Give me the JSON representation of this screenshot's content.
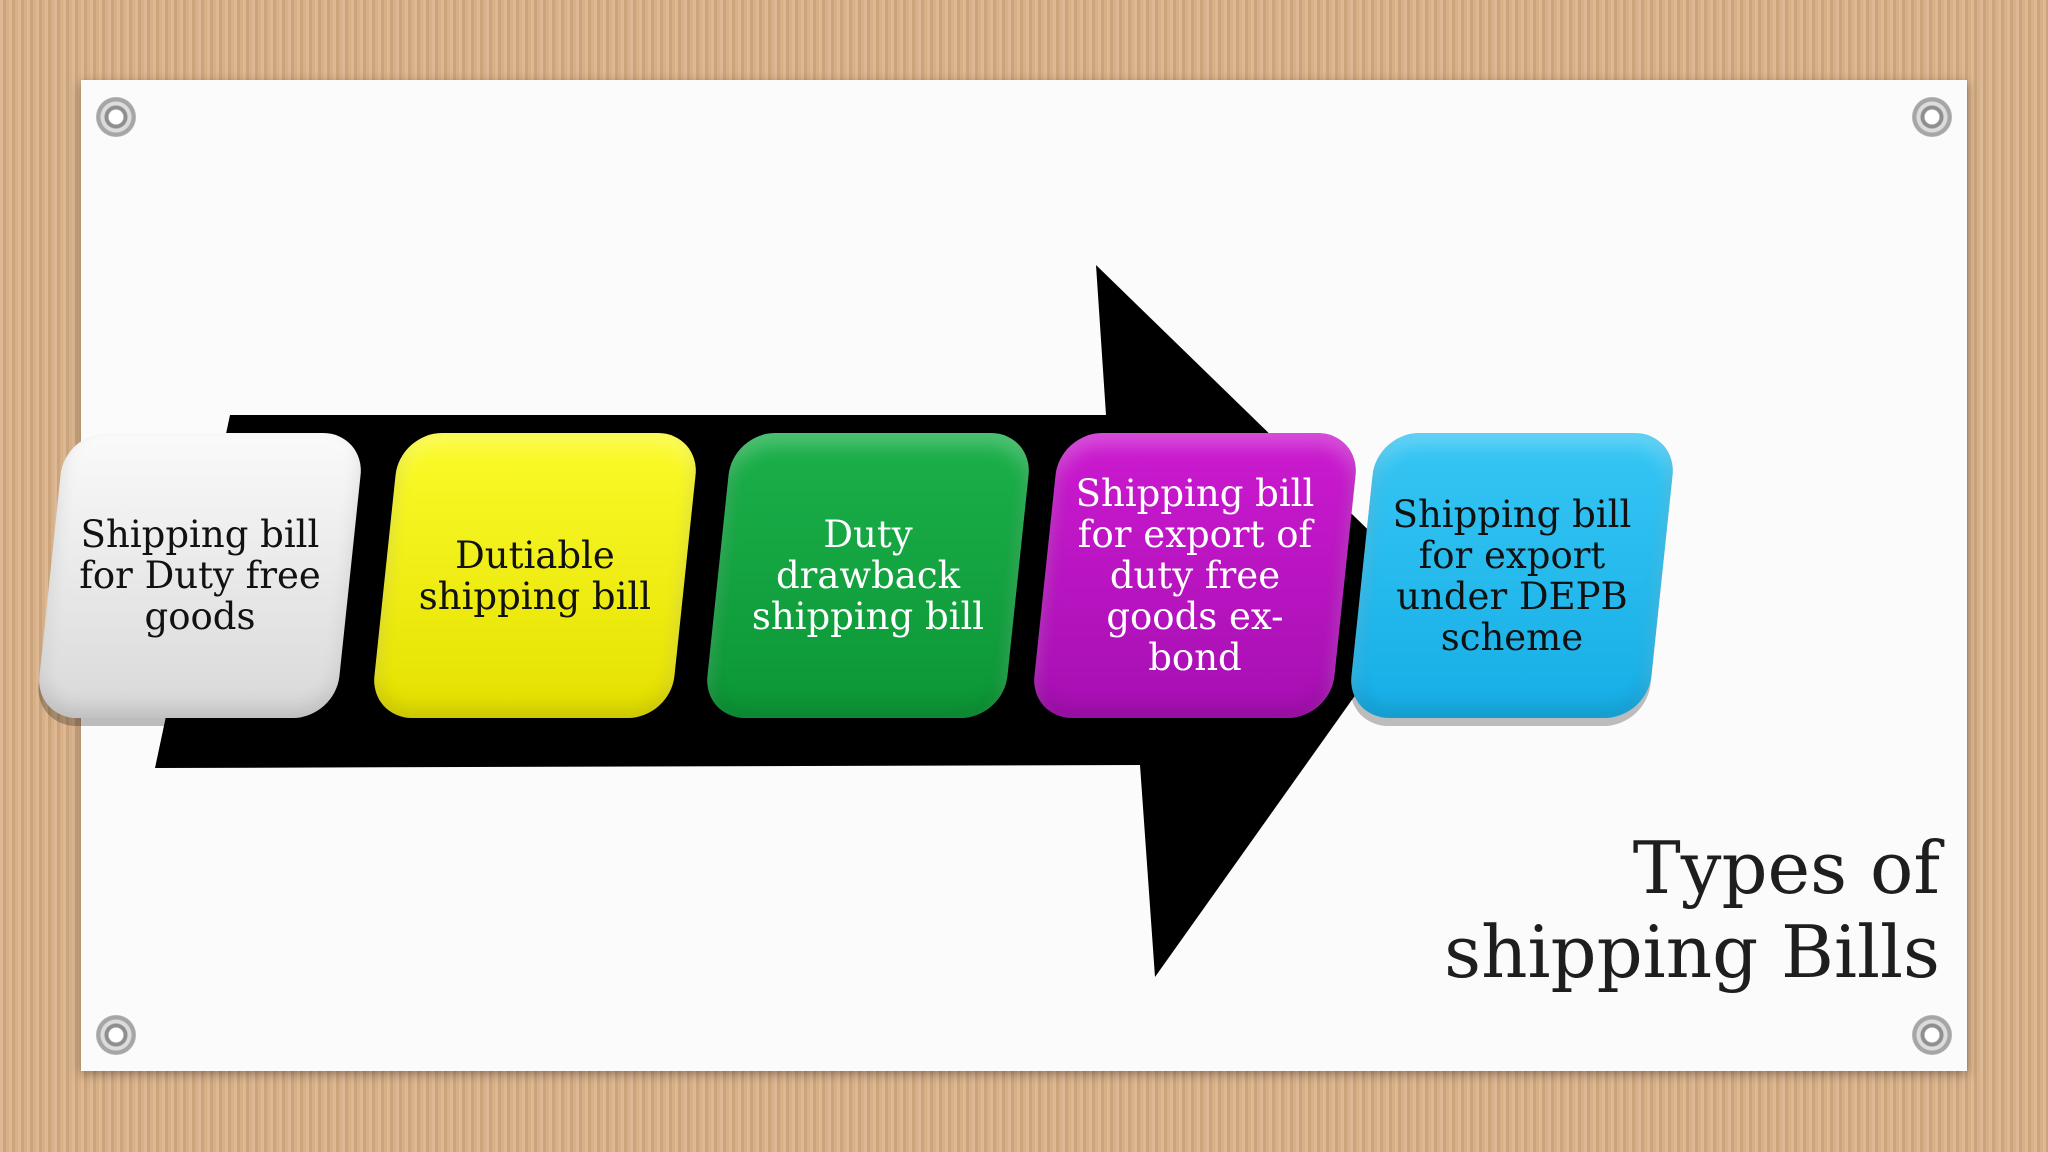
{
  "diagram": {
    "steps": [
      {
        "label": "Shipping bill for Duty free goods",
        "color": "#f0f0f0"
      },
      {
        "label": "Dutiable shipping bill",
        "color": "#f4f000"
      },
      {
        "label": "Duty drawback shipping bill",
        "color": "#12a140"
      },
      {
        "label": "Shipping bill for export of duty free goods ex-bond",
        "color": "#c014c4"
      },
      {
        "label": "Shipping bill for export under DEPB scheme",
        "color": "#22bcef"
      }
    ]
  },
  "title": {
    "line1": "Types of",
    "line2": "shipping Bills"
  }
}
